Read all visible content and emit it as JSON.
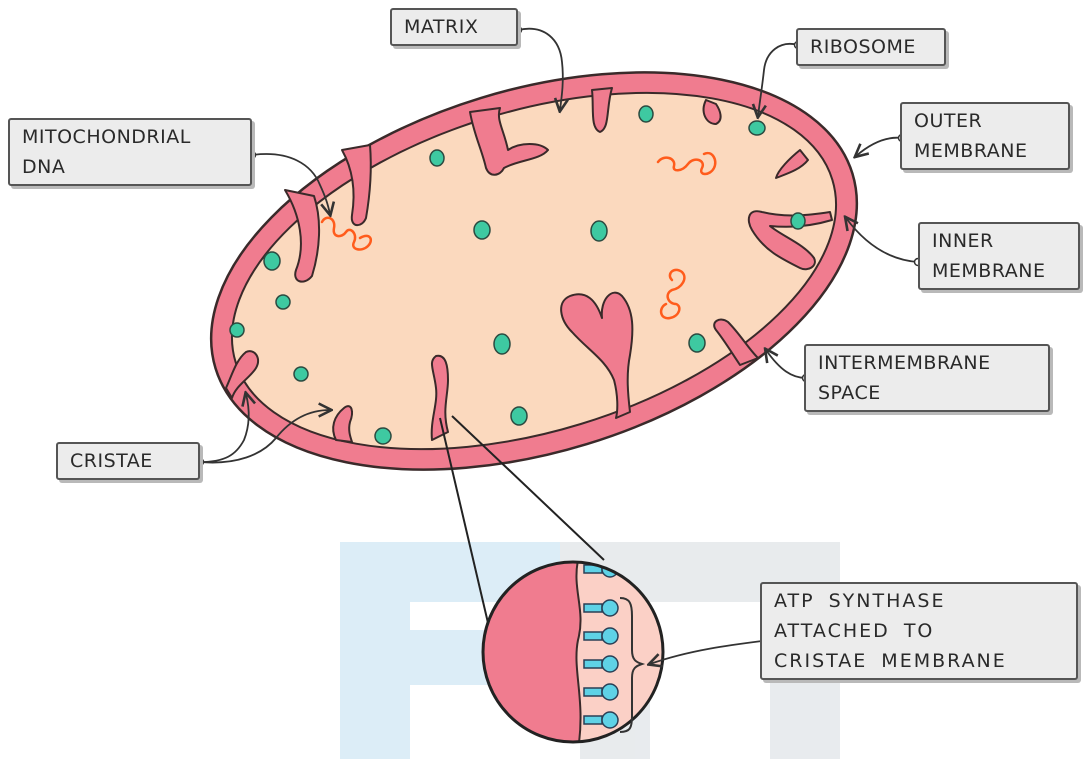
{
  "diagram": {
    "labels": {
      "matrix": [
        "MATRIX"
      ],
      "ribosome": [
        "RIBOSOME"
      ],
      "mitochondrial_dna": [
        "MITOCHONDRIAL",
        "DNA"
      ],
      "outer_membrane": [
        "OUTER",
        "MEMBRANE"
      ],
      "inner_membrane": [
        "INNER",
        "MEMBRANE"
      ],
      "intermembrane_space": [
        "INTERMEMBRANE",
        "SPACE"
      ],
      "cristae": [
        "CRISTAE"
      ],
      "atp_synthase": [
        "ATP SYNTHASE",
        "ATTACHED TO",
        "CRISTAE MEMBRANE"
      ]
    },
    "colors": {
      "outer_membrane": "#f07c8f",
      "membrane_outline": "#3a2a2a",
      "matrix": "#fbd9be",
      "ribosome": "#3ec9a1",
      "dna": "#ff5c1c",
      "atp_synthase": "#5fd2e6",
      "watermark": "#d9ecf7"
    }
  }
}
